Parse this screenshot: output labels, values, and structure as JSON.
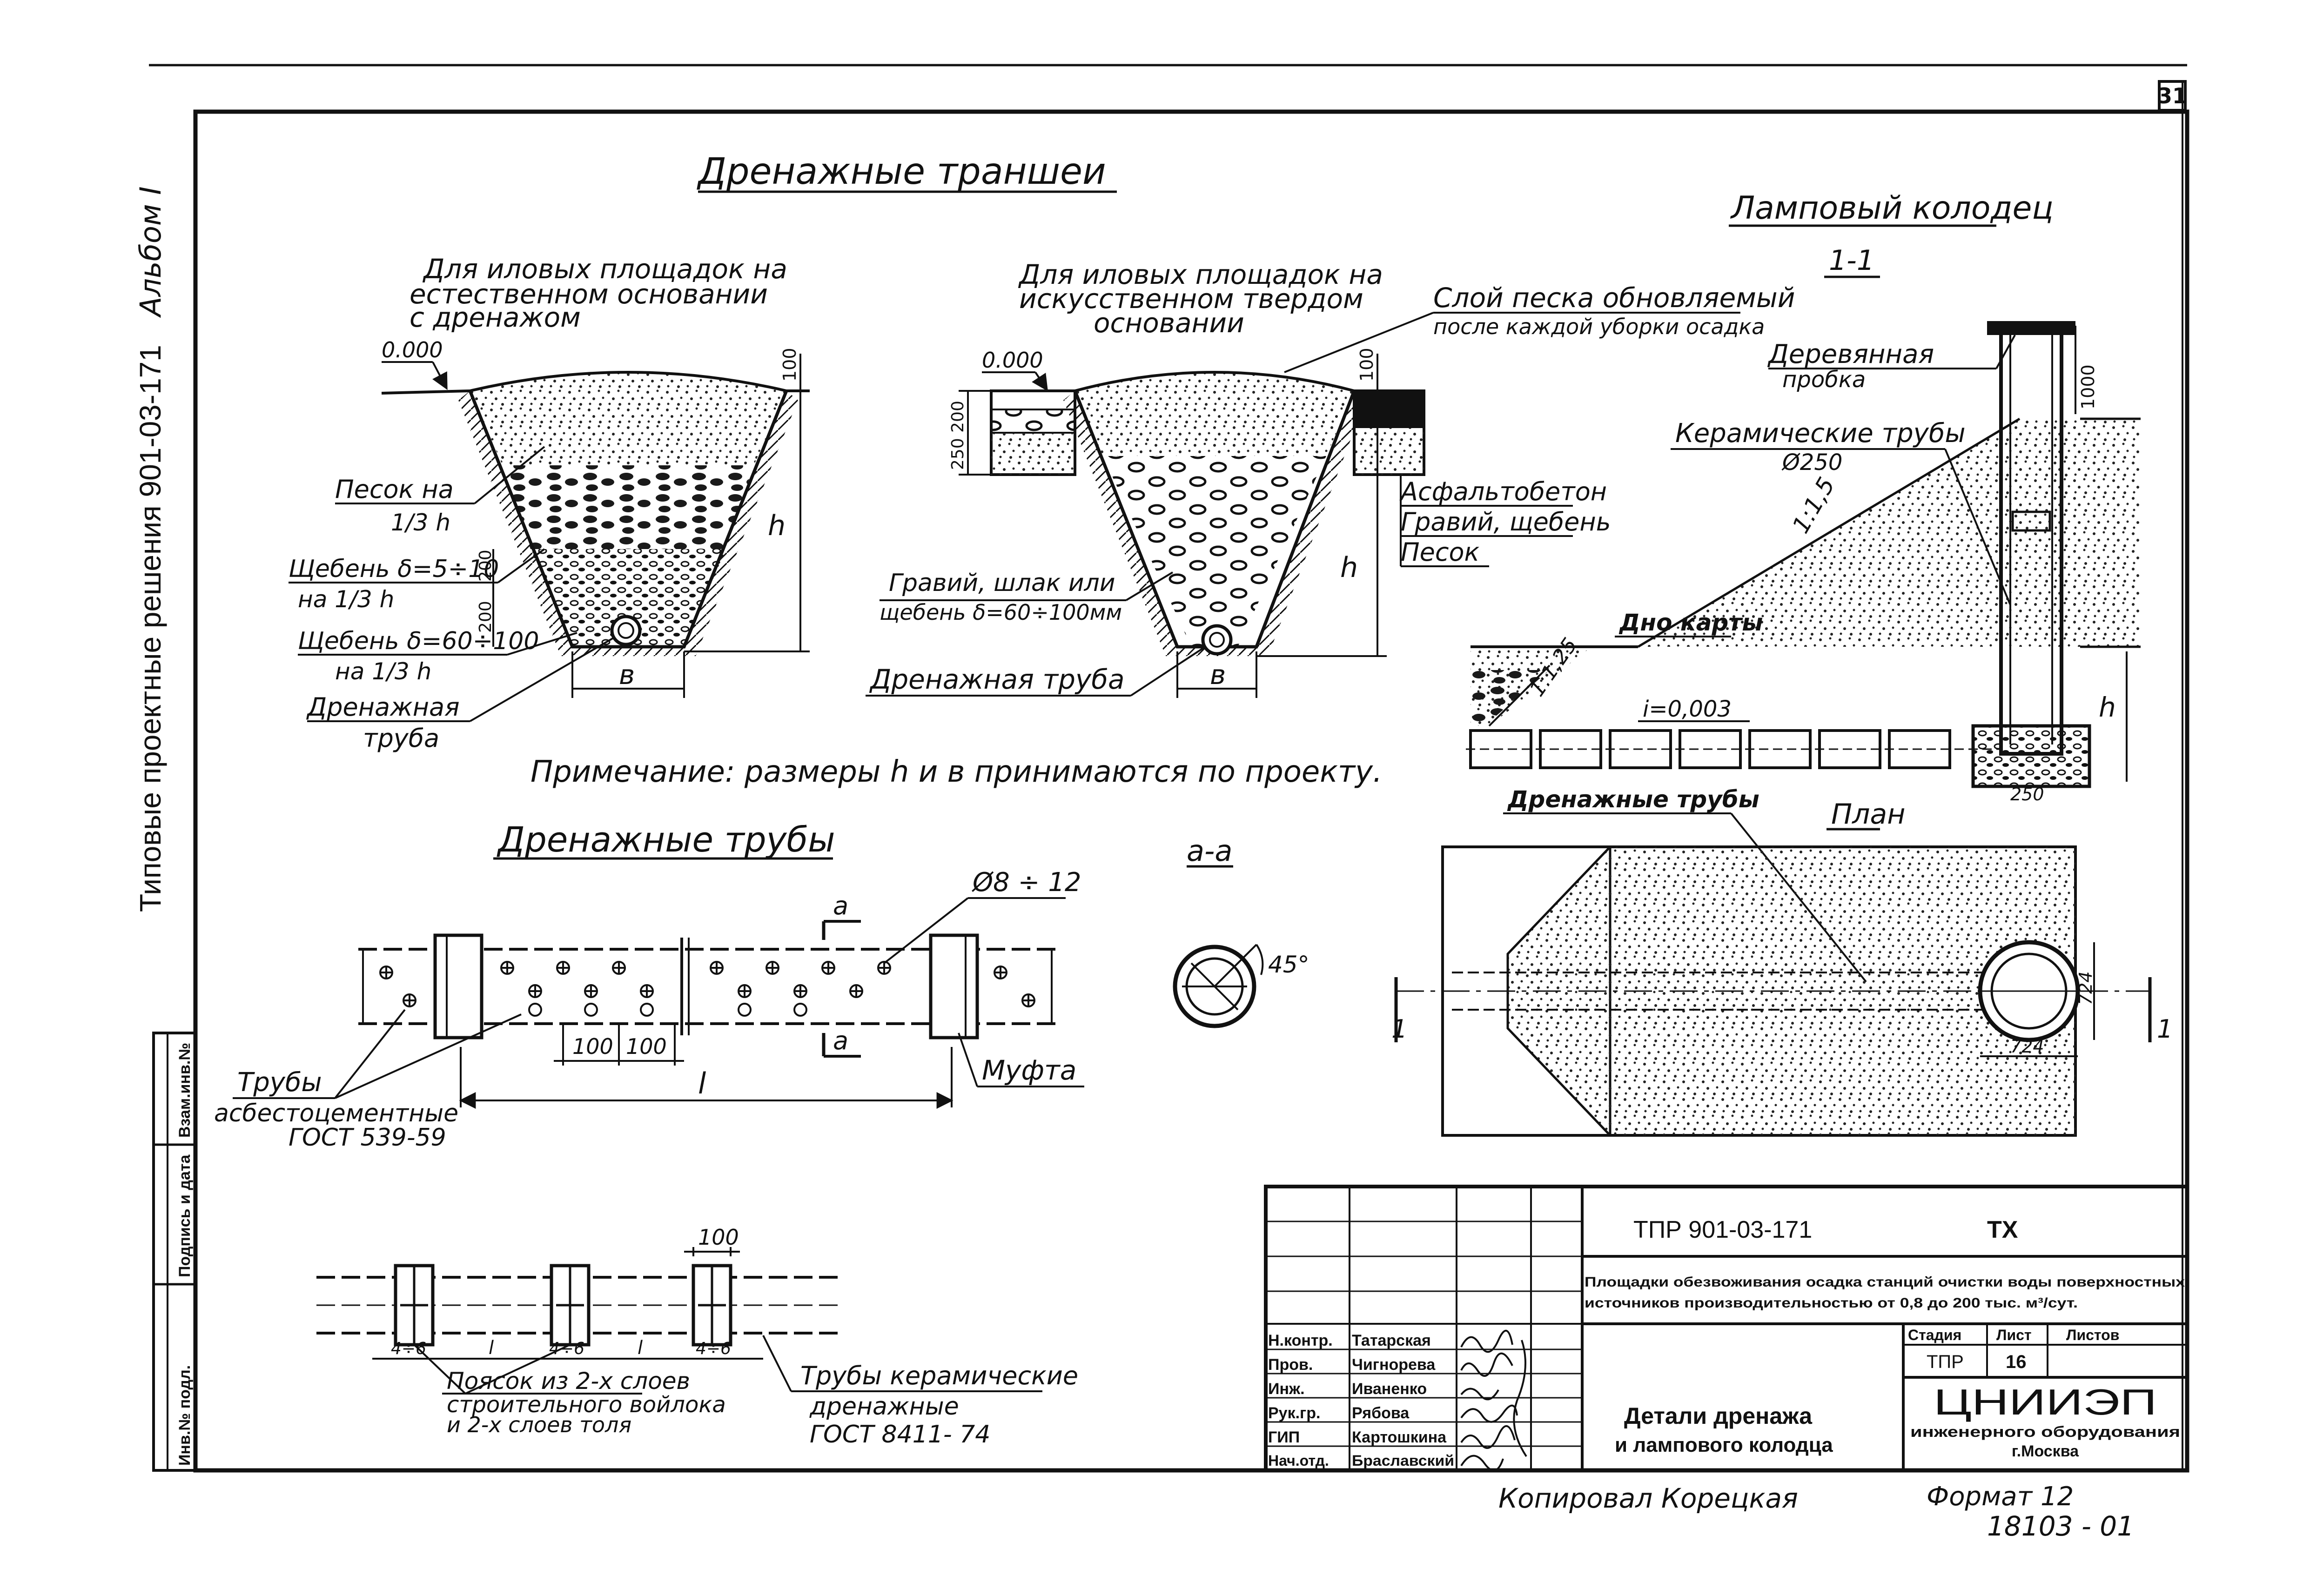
{
  "sheet": {
    "sheet_number": "31",
    "album": "Альбом I",
    "series_vertical": "Типовые проектные решения 901-03-171",
    "copied_by": "Копировал Корецкая",
    "format": "Формат 12",
    "inv_code": "18103 - 01",
    "side_stamp": [
      "Инв.№ подл.",
      "Подпись и дата",
      "Взам.инв.№"
    ]
  },
  "trenches": {
    "title": "Дренажные траншеи",
    "natural": {
      "caption": [
        "Для иловых площадок на",
        "естественном основании",
        "с дренажом"
      ],
      "elev": "0.000",
      "dim_top": "100",
      "dim_h": "h",
      "dim_b": "в",
      "dim_200a": "200",
      "dim_200b": "200",
      "label_sand": [
        "Песок на",
        "1/3 h"
      ],
      "label_gravel1": [
        "Щебень δ=5÷10",
        "на 1/3 h"
      ],
      "label_gravel2": [
        "Щебень δ=60÷100",
        "на 1/3 h"
      ],
      "label_pipe": [
        "Дренажная",
        "труба"
      ]
    },
    "artificial": {
      "caption": [
        "Для иловых площадок на",
        "искусственном твердом",
        "основании"
      ],
      "elev": "0.000",
      "dim_top": "100",
      "dim_layers": "250 200",
      "dim_h": "h",
      "dim_b": "в",
      "label_sandlayer": [
        "Слой песка обновляемый",
        "после каждой уборки осадка"
      ],
      "label_asphalt": "Асфальтобетон",
      "label_gravel": "Гравий, щебень",
      "label_sand": "Песок",
      "label_fill": [
        "Гравий, шлак или",
        "щебень δ=60÷100мм"
      ],
      "label_pipe": "Дренажная труба"
    },
    "note": "Примечание: размеры h и в принимаются по проекту."
  },
  "pipes": {
    "title": "Дренажные трубы",
    "dim_hole": "Ø8 ÷ 12",
    "section_mark": "а",
    "dim_100a": "100",
    "dim_100b": "100",
    "dim_l": "l",
    "label_coupling": "Муфта",
    "label_asbestos": [
      "Трубы",
      "асбестоцементные",
      "ГОСТ 539-59"
    ],
    "section_title": "а-а",
    "angle": "45°"
  },
  "ceramic": {
    "dim_100": "100",
    "dims": [
      "4÷6",
      "l",
      "4÷6",
      "l",
      "4÷6"
    ],
    "label_belt": [
      "Поясок из 2-х слоев",
      "строительного войлока",
      "и 2-х слоев толя"
    ],
    "label_ceramic": [
      "Трубы керамические",
      "дренажные",
      "ГОСТ 8411- 74"
    ]
  },
  "well": {
    "title": "Ламповый колодец",
    "section": "1-1",
    "label_plug": [
      "Деревянная",
      "пробка"
    ],
    "label_pipes": [
      "Керамические трубы",
      "Ø250"
    ],
    "slope1": "1:1,5",
    "slope2": "1:1,25",
    "label_bottom": "Дно карты",
    "slope_i": "i=0,003",
    "dim_1000": "1000",
    "dim_h": "h",
    "dim_base": "250",
    "label_drainpipes": "Дренажные трубы",
    "plan_title": "План",
    "dim_724a": "724",
    "dim_724b": "724",
    "cut_mark": "1"
  },
  "titleblock": {
    "code": "ТПР 901-03-171",
    "mark": "ТХ",
    "project": [
      "Площадки обезвоживания осадка станций очистки воды поверхностных",
      "источников производительностью от 0,8 до 200 тыс. м³/сут."
    ],
    "stage_header": [
      "Стадия",
      "Лист",
      "Листов"
    ],
    "stage": "ТПР",
    "sheet": "16",
    "sheets": "",
    "drawing_title": [
      "Детали дренажа",
      "и лампового колодца"
    ],
    "org": [
      "ЦНИИЭП",
      "инженерного оборудования",
      "г.Москва"
    ],
    "signers": [
      {
        "role": "Н.контр.",
        "name": "Татарская"
      },
      {
        "role": "Пров.",
        "name": "Чигнорева"
      },
      {
        "role": "Инж.",
        "name": "Иваненко"
      },
      {
        "role": "Рук.гр.",
        "name": "Рябова"
      },
      {
        "role": "ГИП",
        "name": "Картошкина"
      },
      {
        "role": "Нач.отд.",
        "name": "Браславский"
      }
    ]
  }
}
